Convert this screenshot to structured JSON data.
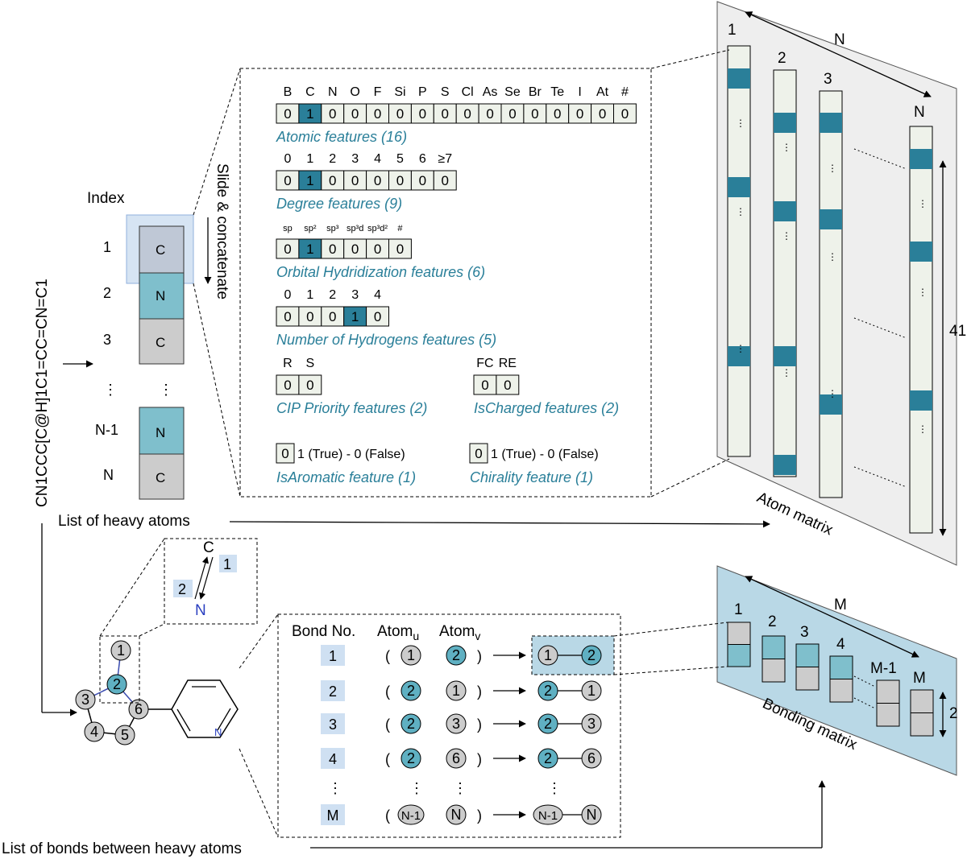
{
  "colors": {
    "accent_dark": "#2a7f99",
    "accent_teal": "#5fb0c2",
    "accent_light": "#cfe0f2",
    "cell_gray": "#cccccc",
    "cell_feature": "#eef2ea",
    "panel_gray": "#eeeeee",
    "panel_blue": "#b9d8e6"
  },
  "smiles": "CN1CCC[C@H]1C1=CC=CN=C1",
  "index_label": "Index",
  "slide_label": "Slide & concatenate",
  "index_rows": [
    {
      "idx": "1",
      "atom": "C"
    },
    {
      "idx": "2",
      "atom": "N"
    },
    {
      "idx": "3",
      "atom": "C"
    },
    {
      "idx": "N-1",
      "atom": "N"
    },
    {
      "idx": "N",
      "atom": "C"
    }
  ],
  "atomic": {
    "headers": [
      "B",
      "C",
      "N",
      "O",
      "F",
      "Si",
      "P",
      "S",
      "Cl",
      "As",
      "Se",
      "Br",
      "Te",
      "I",
      "At",
      "#"
    ],
    "values": [
      "0",
      "1",
      "0",
      "0",
      "0",
      "0",
      "0",
      "0",
      "0",
      "0",
      "0",
      "0",
      "0",
      "0",
      "0",
      "0"
    ],
    "caption": "Atomic features  (16)"
  },
  "degree": {
    "headers": [
      "0",
      "1",
      "2",
      "3",
      "4",
      "5",
      "6",
      "≥7"
    ],
    "values": [
      "0",
      "1",
      "0",
      "0",
      "0",
      "0",
      "0",
      "0"
    ],
    "caption": "Degree features (9)"
  },
  "orbital": {
    "headers": [
      "sp",
      "sp²",
      "sp³",
      "sp³d",
      "sp³d²",
      "#"
    ],
    "values": [
      "0",
      "1",
      "0",
      "0",
      "0",
      "0"
    ],
    "caption": "Orbital Hydridization features (6)"
  },
  "hydrogens": {
    "headers": [
      "0",
      "1",
      "2",
      "3",
      "4"
    ],
    "values": [
      "0",
      "0",
      "0",
      "1",
      "0"
    ],
    "caption": "Number of Hydrogens features (5)"
  },
  "cip": {
    "headers": [
      "R",
      "S"
    ],
    "values": [
      "0",
      "0"
    ],
    "caption": "CIP Priority features (2)"
  },
  "charged": {
    "headers": [
      "FC",
      "RE"
    ],
    "values": [
      "0",
      "0"
    ],
    "caption": "IsCharged features (2)"
  },
  "aromatic": {
    "value": "0",
    "note": "1 (True) - 0 (False)",
    "caption": "IsAromatic feature (1)"
  },
  "chirality": {
    "value": "0",
    "note": "1 (True) - 0 (False)",
    "caption": "Chirality feature (1)"
  },
  "atom_matrix": {
    "label": "Atom matrix",
    "col_labels": [
      "1",
      "2",
      "3",
      "N"
    ],
    "width_label": "N",
    "height_label": "41"
  },
  "heavy_atoms_label": "List of heavy atoms",
  "bonds_label": "List of bonds between heavy atoms",
  "zoom_bond": {
    "atom_top": "C",
    "atom_bottom": "N",
    "label_a": "1",
    "label_b": "2"
  },
  "molecule_atoms": [
    "1",
    "2",
    "3",
    "4",
    "5",
    "6"
  ],
  "molecule_n": "N",
  "bond_table": {
    "header_bond": "Bond No.",
    "header_u": "Atom",
    "sub_u": "u",
    "header_v": "Atom",
    "sub_v": "v",
    "rows": [
      {
        "no": "1",
        "u": "1",
        "v": "2",
        "a": "1",
        "b": "2"
      },
      {
        "no": "2",
        "u": "2",
        "v": "1",
        "a": "2",
        "b": "1"
      },
      {
        "no": "3",
        "u": "2",
        "v": "3",
        "a": "2",
        "b": "3"
      },
      {
        "no": "4",
        "u": "2",
        "v": "6",
        "a": "2",
        "b": "6"
      },
      {
        "no": "M",
        "u": "N-1",
        "v": "N",
        "a": "N-1",
        "b": "N"
      }
    ]
  },
  "bonding_matrix": {
    "label": "Bonding matrix",
    "col_labels": [
      "1",
      "2",
      "3",
      "4",
      "M-1",
      "M"
    ],
    "width_label": "M",
    "height_label": "2"
  },
  "paren_open": "(",
  "paren_close": ")"
}
